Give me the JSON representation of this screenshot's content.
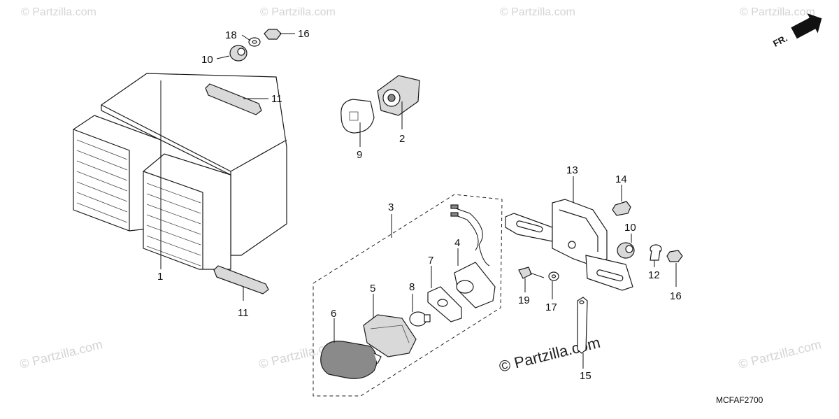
{
  "diagram": {
    "diagram_code": "MCFAF2700",
    "direction_label": "FR.",
    "watermark_text": "© Partzilla.com",
    "callouts": [
      "1",
      "2",
      "3",
      "4",
      "5",
      "6",
      "7",
      "8",
      "9",
      "10",
      "10",
      "11",
      "11",
      "12",
      "13",
      "14",
      "15",
      "16",
      "16",
      "17",
      "18",
      "19"
    ],
    "colors": {
      "line": "#1a1a1a",
      "watermark": "#d4d4d4",
      "background": "#ffffff"
    }
  }
}
